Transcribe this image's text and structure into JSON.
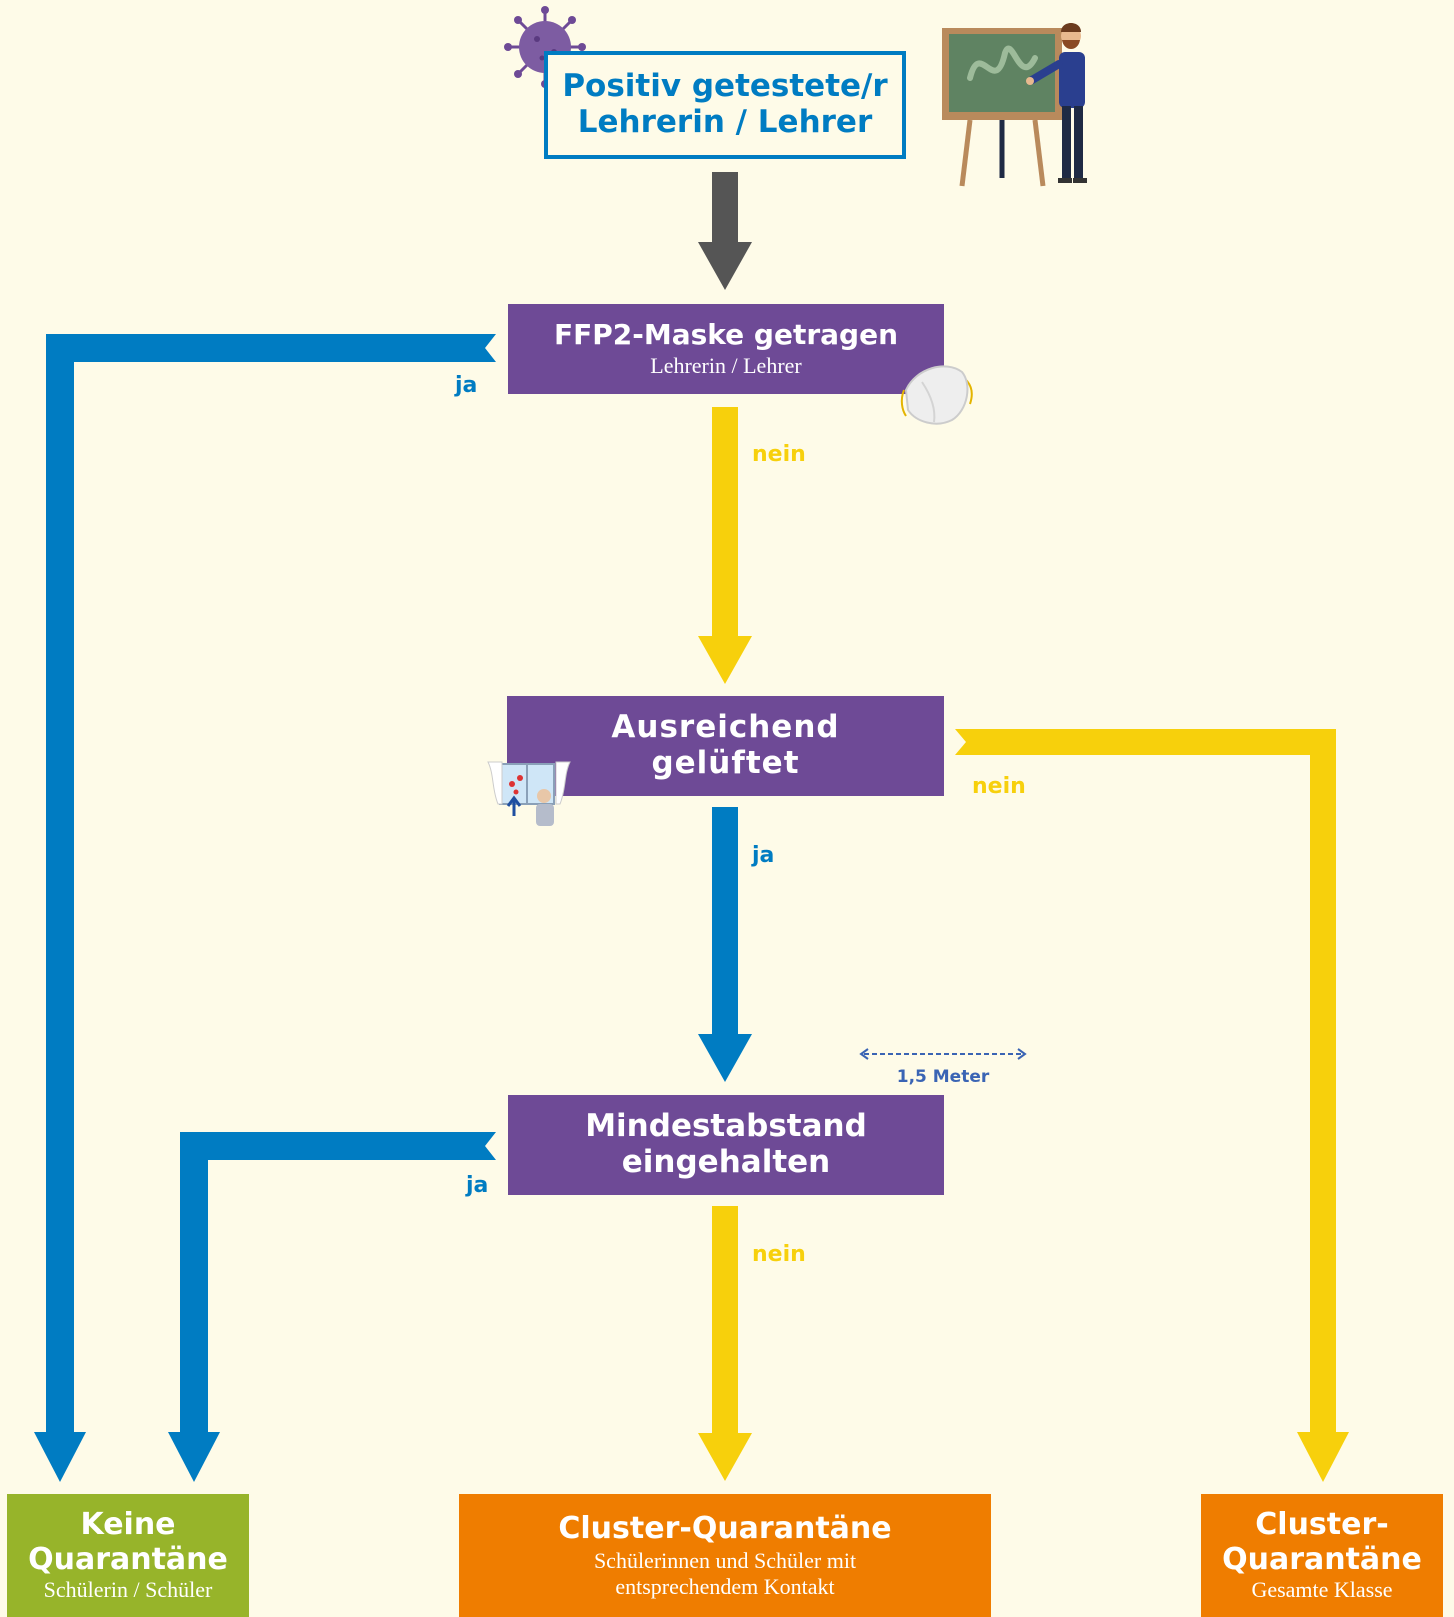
{
  "start": {
    "line1": "Positiv getestete/r",
    "line2": "Lehrerin / Lehrer"
  },
  "questions": {
    "mask": {
      "title": "FFP2-Maske getragen",
      "subtitle": "Lehrerin / Lehrer"
    },
    "ventilated": {
      "line1": "Ausreichend",
      "line2": "gelüftet"
    },
    "distance": {
      "line1": "Mindestabstand",
      "line2": "eingehalten",
      "measure": "1,5 Meter"
    }
  },
  "edge_labels": {
    "mask_yes": "ja",
    "mask_no": "nein",
    "ventilated_yes": "ja",
    "ventilated_no": "nein",
    "distance_yes": "ja",
    "distance_no": "nein"
  },
  "outcomes": {
    "none": {
      "line1": "Keine",
      "line2": "Quarantäne",
      "subtitle": "Schülerin / Schüler"
    },
    "cluster_contact": {
      "title": "Cluster-Quarantäne",
      "sub1": "Schülerinnen und Schüler mit",
      "sub2": "entsprechendem Kontakt"
    },
    "cluster_class": {
      "line1": "Cluster-",
      "line2": "Quarantäne",
      "subtitle": "Gesamte Klasse"
    }
  },
  "colors": {
    "background": "#fefbe8",
    "blue_yes": "#007cc2",
    "yellow_no": "#f7d00c",
    "question": "#6e4a96",
    "outcome_green": "#97b42a",
    "outcome_orange": "#ef7d00",
    "start_arrow": "#555555"
  },
  "icons": [
    "virus-icon",
    "teacher-chalkboard-icon",
    "ffp2-mask-icon",
    "open-window-icon",
    "distance-arrow-icon"
  ]
}
